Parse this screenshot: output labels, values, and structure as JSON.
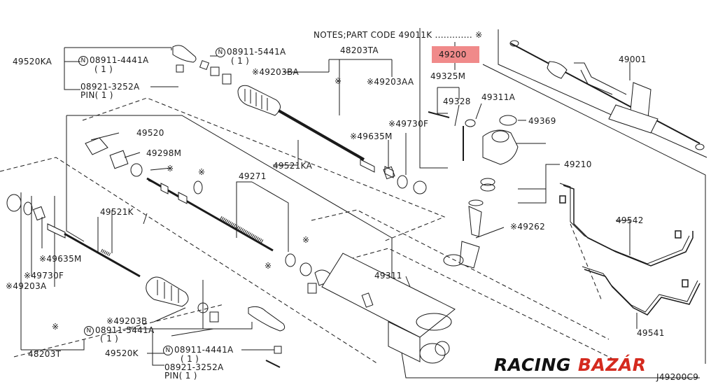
{
  "colors": {
    "line": "#1a1a1a",
    "highlight": "#f08a8a",
    "brand_black": "#111111",
    "brand_red": "#d42a1e"
  },
  "notes": "NOTES;PART CODE 49011K ............. ※",
  "highlight_part": "49200",
  "labels": {
    "p49520ka": "49520KA",
    "n08911_4441a_top": "08911-4441A",
    "qty1_a": "( 1 )",
    "p08921_3252a_top": "08921-3252A",
    "pin1_top": "PIN( 1 )",
    "n08911_5441a_top": "08911-5441A",
    "qty1_b": "( 1 )",
    "p48203ta": "48203TA",
    "s49203ba": "※49203BA",
    "s49203aa": "※49203AA",
    "s_mid": "※",
    "p49325m": "49325M",
    "p49328": "49328",
    "p49311a": "49311A",
    "p49369": "49369",
    "p49001": "49001",
    "p49520": "49520",
    "p49298m": "49298M",
    "s_small": "※",
    "s49730f_top": "※49730F",
    "s49635m_top": "※49635M",
    "p49521ka": "49521KA",
    "p49210": "49210",
    "p49271": "49271",
    "p49521k": "49521K",
    "s49262": "※49262",
    "p49542": "49542",
    "s49635m_left": "※49635M",
    "s49730f_left": "※49730F",
    "s49203a": "※49203A",
    "p49311": "49311",
    "s_left_mid": "※",
    "s49203b": "※49203B",
    "n08911_5441a_bot": "08911-5441A",
    "qty1_c": "( 1 )",
    "p48203t": "48203T",
    "p49520k": "49520K",
    "n08911_4441a_bot": "08911-4441A",
    "qty1_d": "( 1 )",
    "p08921_3252a_bot": "08921-3252A",
    "pin1_bot": "PIN( 1 )",
    "p49541": "49541",
    "diagram_code": "J49200C9",
    "circle_n": "N"
  },
  "brand": {
    "word1": "RACING",
    "word2": "BAZÁR"
  }
}
